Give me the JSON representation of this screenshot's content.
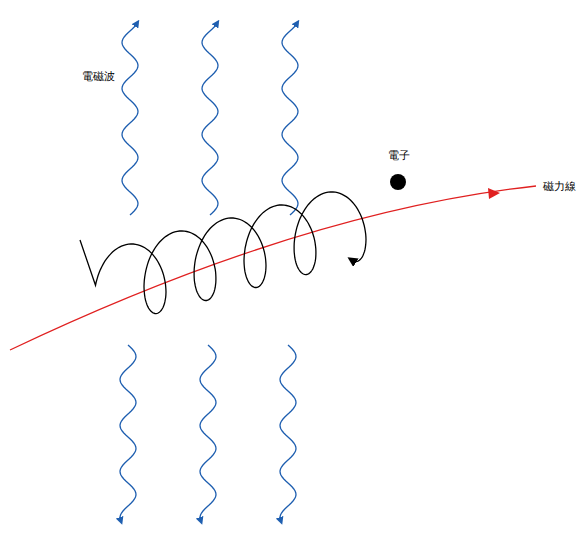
{
  "diagram": {
    "labels": [
      "電磁波",
      "電子",
      "磁力線"
    ]
  }
}
